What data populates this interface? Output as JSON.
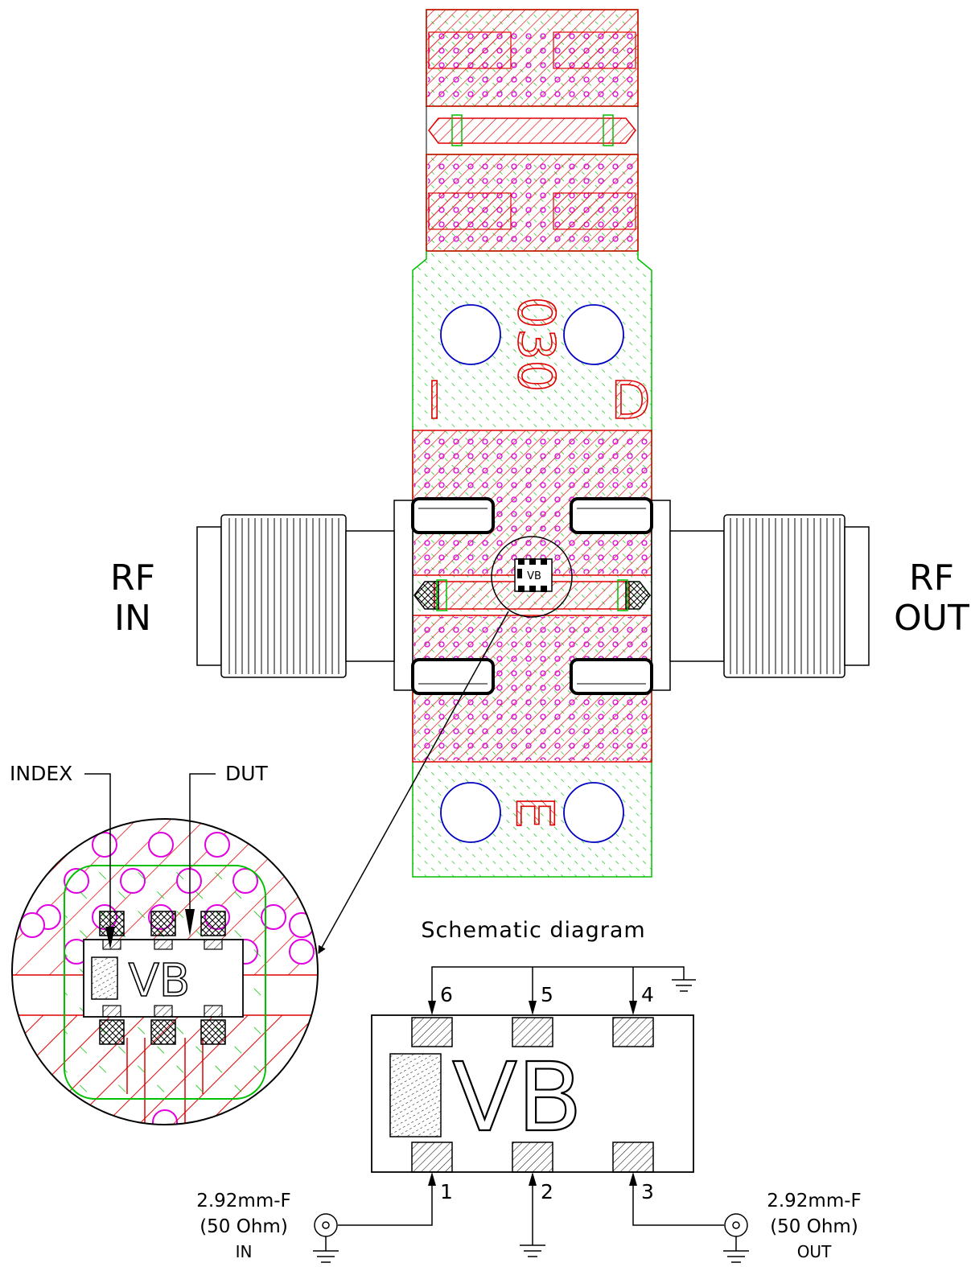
{
  "board": {
    "marking": "030",
    "letter_left": "I",
    "letter_right": "D",
    "letter_bottom": "E"
  },
  "rf_in": {
    "line1": "RF",
    "line2": "IN"
  },
  "rf_out": {
    "line1": "RF",
    "line2": "OUT"
  },
  "callouts": {
    "index": "INDEX",
    "dut": "DUT"
  },
  "device": {
    "marking": "VB"
  },
  "schematic": {
    "title": "Schematic diagram",
    "pins_top": [
      "6",
      "5",
      "4"
    ],
    "pins_bottom": [
      "1",
      "2",
      "3"
    ],
    "in_connector": {
      "line1": "2.92mm-F",
      "line2": "(50 Ohm)",
      "line3": "IN"
    },
    "out_connector": {
      "line1": "2.92mm-F",
      "line2": "(50 Ohm)",
      "line3": "OUT"
    }
  },
  "colors": {
    "ground_copper": "#00c000",
    "signal_copper": "#e00000",
    "vias": "#e000e0",
    "mount_holes": "#0000c0",
    "outline": "#000000"
  }
}
